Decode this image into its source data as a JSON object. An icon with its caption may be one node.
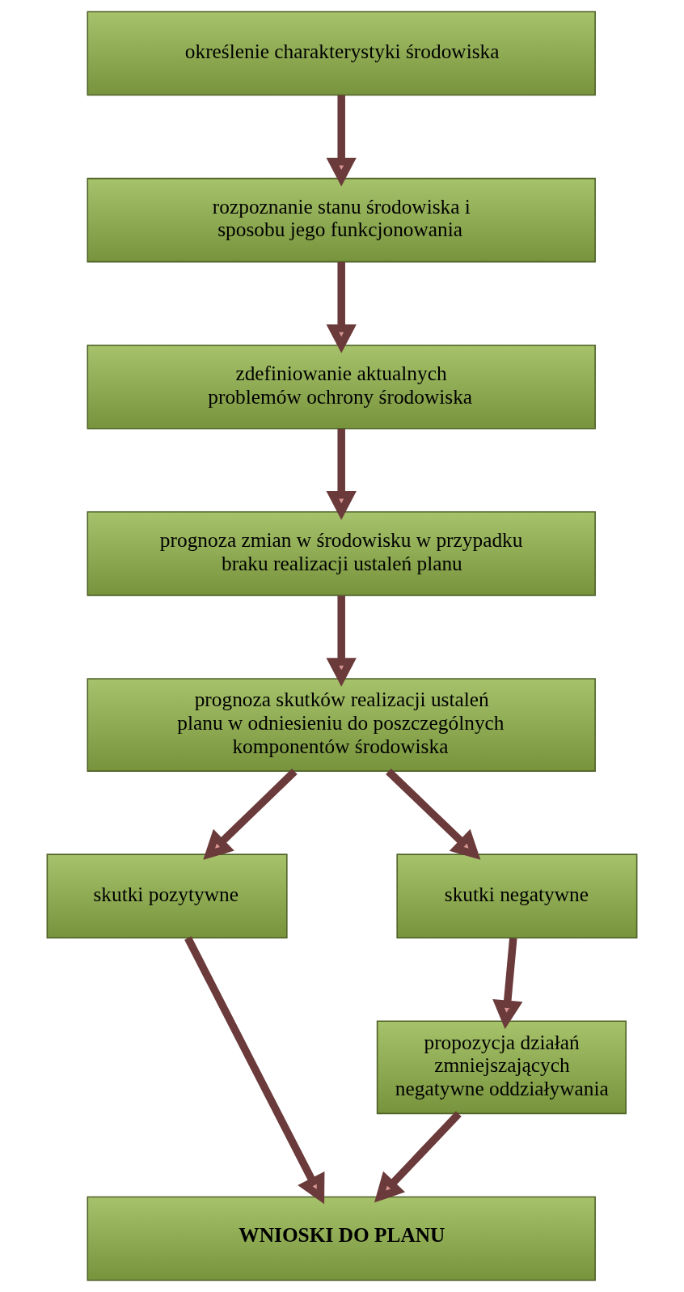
{
  "diagram": {
    "nodes": [
      {
        "text": [
          "określenie charakterystyki środowiska"
        ]
      },
      {
        "text": [
          "rozpoznanie stanu środowiska i sposobu jego funkcjonowania"
        ]
      },
      {
        "text": [
          "zdefiniowanie aktualnych problemów ochrony środowiska"
        ]
      },
      {
        "text": [
          "prognoza zmian w środowisku w przypadku braku realizacji ustaleń planu"
        ]
      },
      {
        "text": [
          "prognoza skutków realizacji ustaleń planu w odniesieniu do poszczególnych komponentów środowiska"
        ]
      },
      {
        "text": [
          "skutki pozytywne"
        ]
      },
      {
        "text": [
          "skutki negatywne"
        ]
      },
      {
        "text": [
          "propozycja działań zmniejszających negatywne oddziaływania"
        ]
      },
      {
        "text": [
          "WNIOSKI DO PLANU"
        ]
      }
    ],
    "edges": [
      {
        "from": 0,
        "to": 1,
        "arrow": "to"
      },
      {
        "from": 1,
        "to": 2,
        "arrow": "to"
      },
      {
        "from": 2,
        "to": 3,
        "arrow": "to"
      },
      {
        "from": 3,
        "to": 4,
        "arrow": "to"
      },
      {
        "from": 4,
        "to": 5,
        "arrow": "to"
      },
      {
        "from": 4,
        "to": 6,
        "arrow": "to"
      },
      {
        "from": 6,
        "to": 7,
        "arrow": "to"
      },
      {
        "from": 5,
        "to": 8,
        "arrow": "to"
      },
      {
        "from": 7,
        "to": 8,
        "arrow": "to"
      }
    ]
  }
}
